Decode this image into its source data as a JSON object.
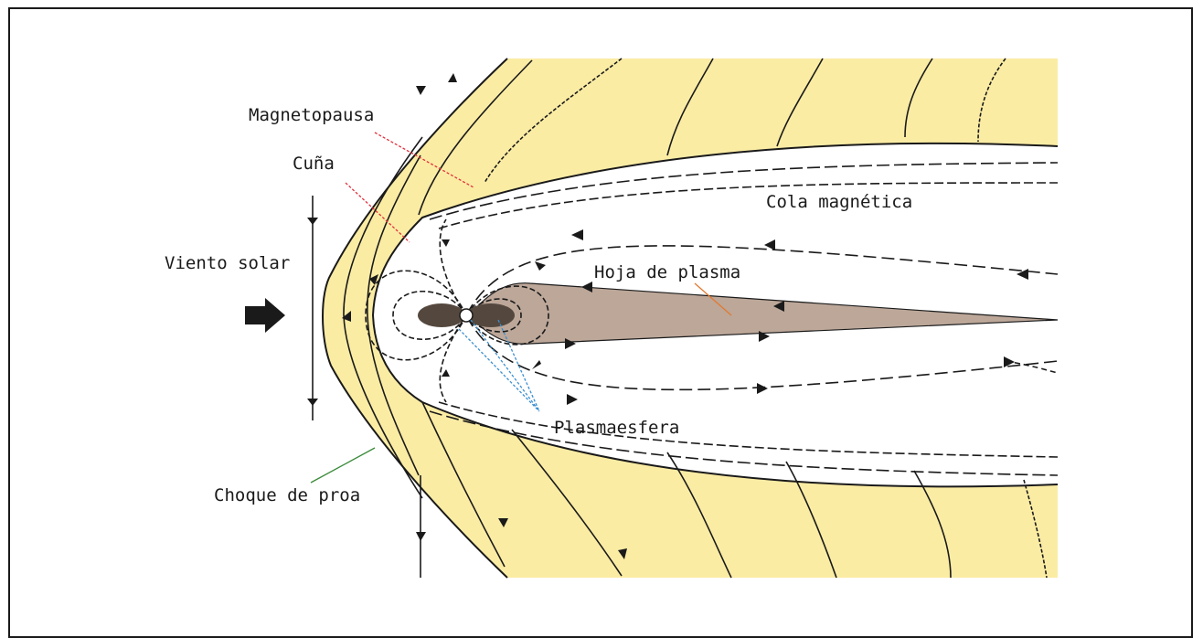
{
  "labels": {
    "magnetopause": "Magnetopausa",
    "wedge": "Cuña",
    "solar_wind": "Viento solar",
    "magnetotail": "Cola magnética",
    "plasma_sheet": "Hoja de plasma",
    "plasmasphere": "Plasmaesfera",
    "bow_shock": "Choque de proa"
  },
  "colors": {
    "magnetosheath": "#fbeca4",
    "plasma_sheet": "#bca799",
    "earth": "#54483e",
    "line": "#1a1a1a",
    "leader_magnetopause": "#e0303c",
    "leader_wedge": "#e0303c",
    "leader_plasma_sheet": "#e07a30",
    "leader_plasmasphere": "#3a8fd0",
    "leader_bow_shock": "#3a8a3a"
  }
}
